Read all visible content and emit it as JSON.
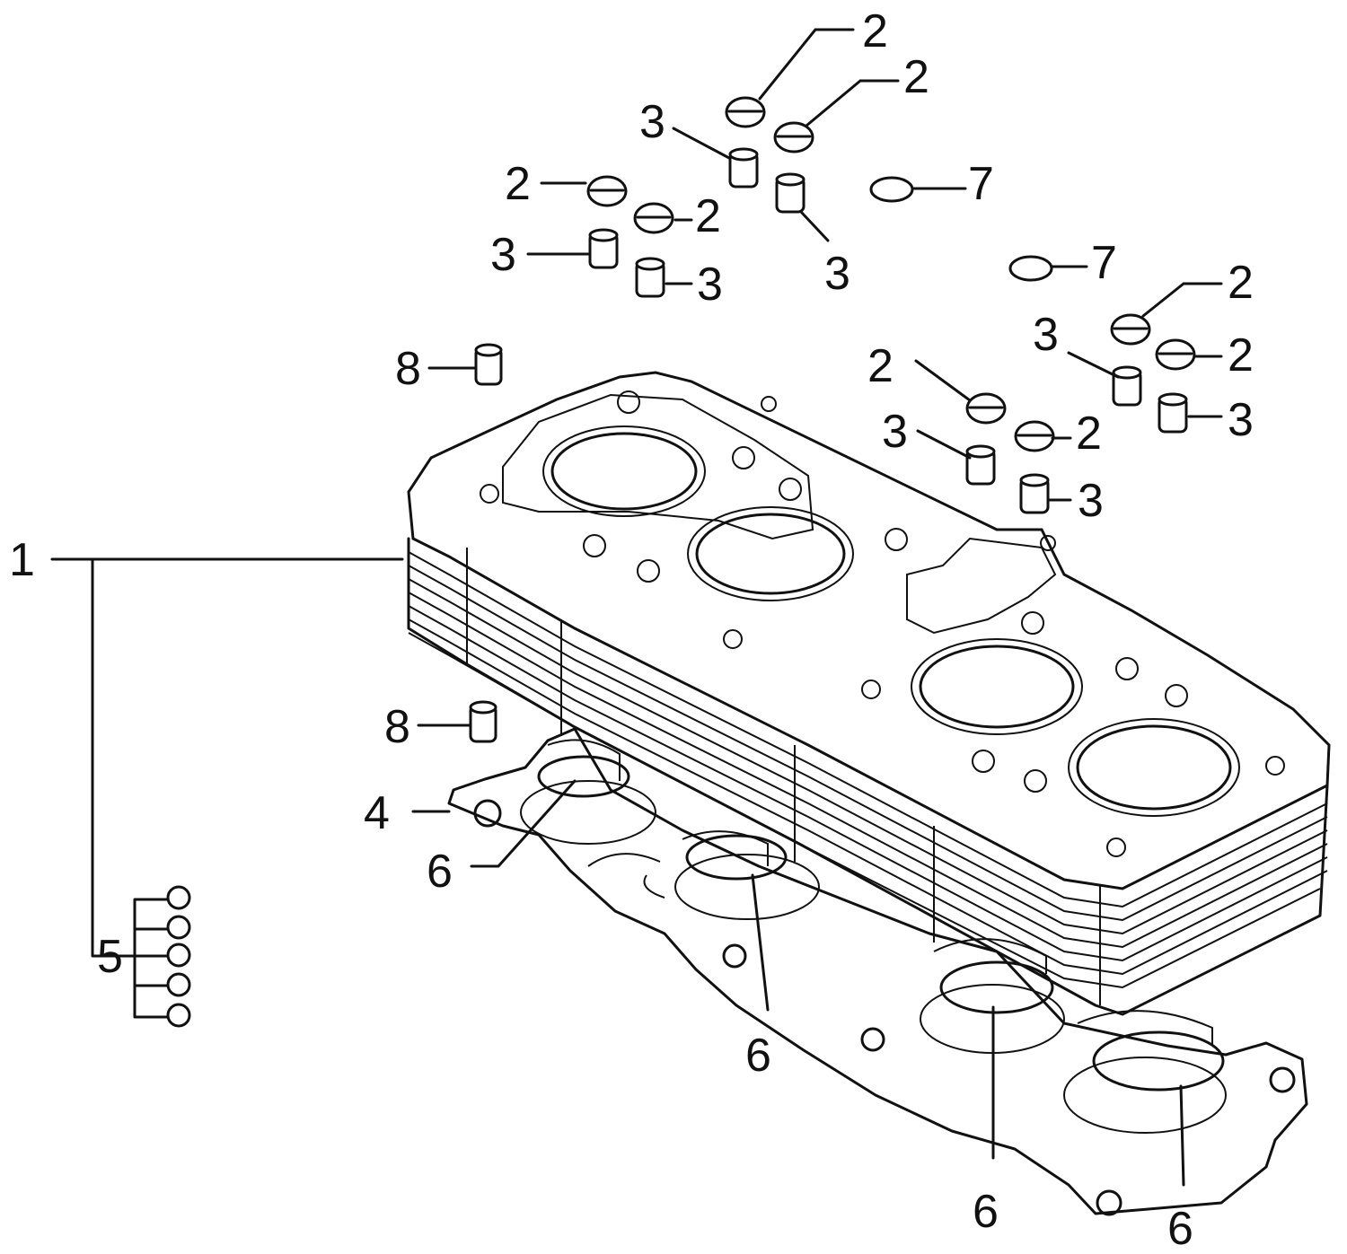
{
  "callouts": {
    "c1": "1",
    "c2a": "2",
    "c2b": "2",
    "c2c": "2",
    "c2d": "2",
    "c2e": "2",
    "c2f": "2",
    "c2g": "2",
    "c2h": "2",
    "c3a": "3",
    "c3b": "3",
    "c3c": "3",
    "c3d": "3",
    "c3e": "3",
    "c3f": "3",
    "c3g": "3",
    "c3h": "3",
    "c4": "4",
    "c5": "5",
    "c6a": "6",
    "c6b": "6",
    "c6c": "6",
    "c6d": "6",
    "c7a": "7",
    "c7b": "7",
    "c8a": "8",
    "c8b": "8"
  },
  "colors": {
    "line": "#111111",
    "background": "#ffffff"
  }
}
